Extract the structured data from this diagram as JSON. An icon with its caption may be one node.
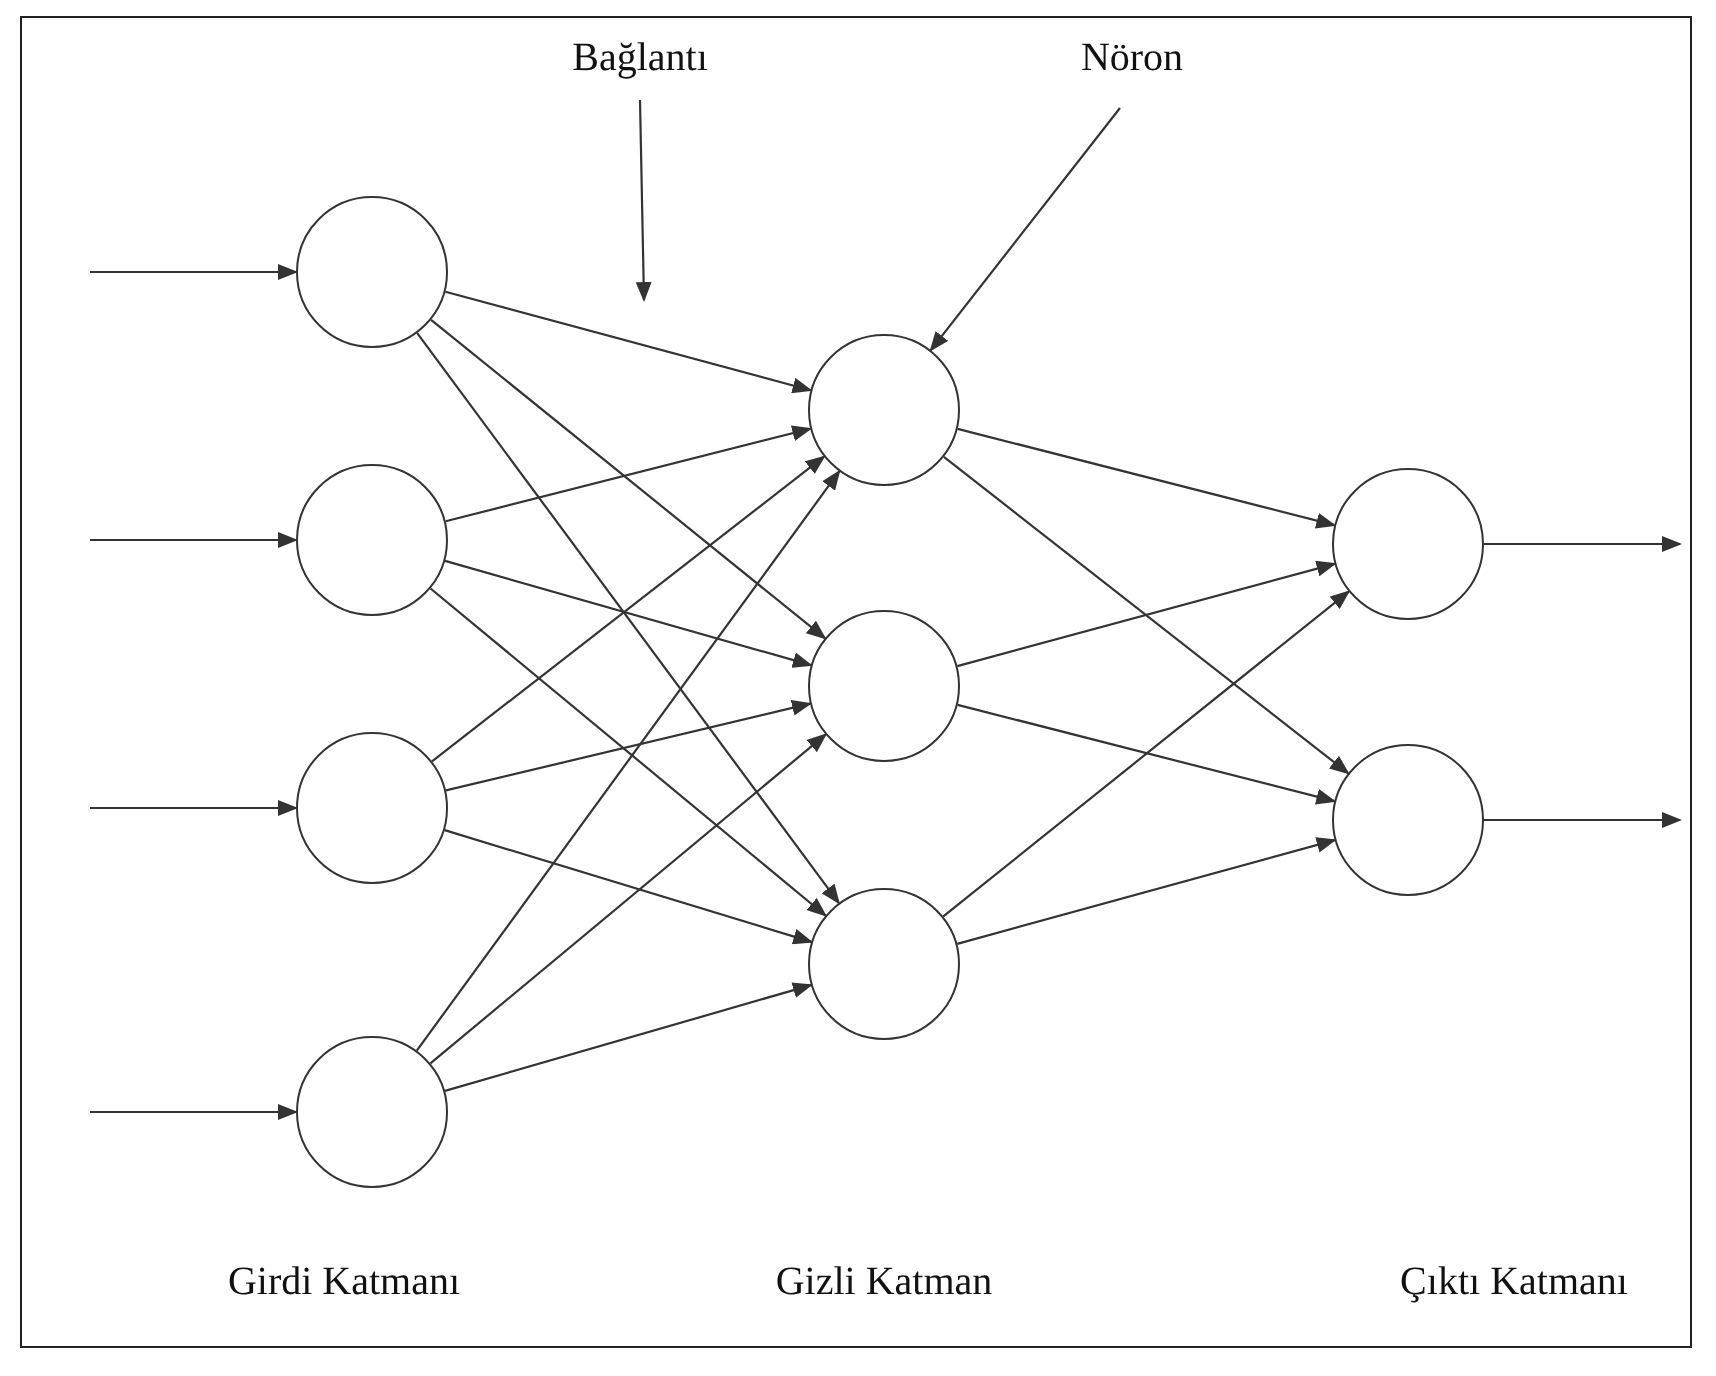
{
  "diagram": {
    "nodes": [
      {
        "text": [
          "Bağlantı"
        ]
      },
      {
        "text": [
          "Nöron"
        ]
      },
      {
        "text": [],
        "shape": "circle"
      },
      {
        "text": [],
        "shape": "circle"
      },
      {
        "text": [],
        "shape": "circle"
      },
      {
        "text": [],
        "shape": "circle"
      },
      {
        "text": [],
        "shape": "circle"
      },
      {
        "text": [],
        "shape": "circle"
      },
      {
        "text": [],
        "shape": "circle"
      },
      {
        "text": [],
        "shape": "circle"
      },
      {
        "text": [],
        "shape": "circle"
      }
    ],
    "edges": [
      {
        "from": null,
        "to": 2,
        "arrow": "to"
      },
      {
        "from": null,
        "to": 3,
        "arrow": "to"
      },
      {
        "from": null,
        "to": 4,
        "arrow": "to"
      },
      {
        "from": null,
        "to": 5,
        "arrow": "to"
      },
      {
        "from": 2,
        "to": 6,
        "arrow": "to"
      },
      {
        "from": 2,
        "to": 7,
        "arrow": "to"
      },
      {
        "from": 2,
        "to": 8,
        "arrow": "to"
      },
      {
        "from": 3,
        "to": 6,
        "arrow": "to"
      },
      {
        "from": 3,
        "to": 7,
        "arrow": "to"
      },
      {
        "from": 3,
        "to": 8,
        "arrow": "to"
      },
      {
        "from": 4,
        "to": 6,
        "arrow": "to"
      },
      {
        "from": 4,
        "to": 7,
        "arrow": "to"
      },
      {
        "from": 4,
        "to": 8,
        "arrow": "to"
      },
      {
        "from": 5,
        "to": 6,
        "arrow": "to"
      },
      {
        "from": 5,
        "to": 7,
        "arrow": "to"
      },
      {
        "from": 5,
        "to": 8,
        "arrow": "to"
      },
      {
        "from": 6,
        "to": 9,
        "arrow": "to"
      },
      {
        "from": 6,
        "to": 10,
        "arrow": "to"
      },
      {
        "from": 7,
        "to": 9,
        "arrow": "to"
      },
      {
        "from": 7,
        "to": 10,
        "arrow": "to"
      },
      {
        "from": 8,
        "to": 9,
        "arrow": "to"
      },
      {
        "from": 8,
        "to": 10,
        "arrow": "to"
      },
      {
        "from": 9,
        "to": null,
        "arrow": "to"
      },
      {
        "from": 10,
        "to": null,
        "arrow": "to"
      },
      {
        "from": 0,
        "to": null,
        "arrow": "to"
      },
      {
        "from": 1,
        "to": 6,
        "arrow": "to"
      }
    ],
    "labels": [
      "Girdi Katmanı",
      "Gizli Katman",
      "Çıktı Katmanı"
    ]
  }
}
